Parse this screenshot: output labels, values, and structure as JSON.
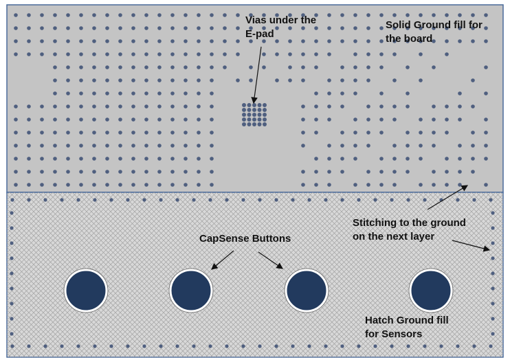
{
  "labels": {
    "vias_line1": "Vias under the",
    "vias_line2": "E-pad",
    "solid_line1": "Solid Ground fill for",
    "solid_line2": "the board",
    "stitch_line1": "Stitching to the ground",
    "stitch_line2": "on the next layer",
    "capsense": "CapSense Buttons",
    "hatch_line1": "Hatch Ground fill",
    "hatch_line2": "for Sensors"
  },
  "colors": {
    "solid_fill": "#c4c4c4",
    "hatch_fill": "#d8d8d8",
    "hatch_line": "#9a9a9a",
    "via": "#4f5f7f",
    "button": "#223a5e",
    "border": "#4a6a9a"
  },
  "capsense_buttons": 4
}
